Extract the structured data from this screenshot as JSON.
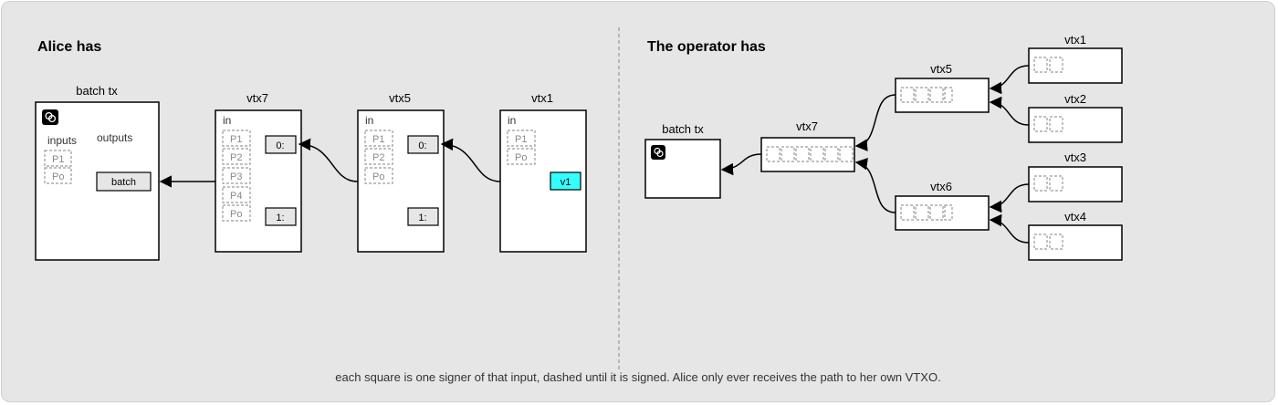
{
  "left": {
    "title": "Alice has",
    "batch_tx": {
      "label": "batch tx",
      "inputs_label": "inputs",
      "outputs_label": "outputs",
      "inputs": [
        "P1",
        "Po"
      ],
      "output": "batch"
    },
    "vtx7": {
      "label": "vtx7",
      "in_label": "in",
      "signers": [
        "P1",
        "P2",
        "P3",
        "P4",
        "Po"
      ],
      "outputs": [
        "0:",
        "1:"
      ]
    },
    "vtx5": {
      "label": "vtx5",
      "in_label": "in",
      "signers": [
        "P1",
        "P2",
        "Po"
      ],
      "outputs": [
        "0:",
        "1:"
      ]
    },
    "vtx1": {
      "label": "vtx1",
      "in_label": "in",
      "signers": [
        "P1",
        "Po"
      ],
      "output": "v1",
      "output_color": "#33ffff"
    }
  },
  "right": {
    "title": "The operator has",
    "batch_tx": {
      "label": "batch tx"
    },
    "vtx7": {
      "label": "vtx7"
    },
    "vtx5": {
      "label": "vtx5"
    },
    "vtx6": {
      "label": "vtx6"
    },
    "vtx1": {
      "label": "vtx1"
    },
    "vtx2": {
      "label": "vtx2"
    },
    "vtx3": {
      "label": "vtx3"
    },
    "vtx4": {
      "label": "vtx4"
    }
  },
  "footer": "each square is one signer of that input, dashed until it is signed. Alice only ever receives the path to her own VTXO.",
  "colors": {
    "background": "#e6e6e6",
    "highlight": "#33ffff"
  },
  "icons": [
    "tx-logo-icon"
  ]
}
